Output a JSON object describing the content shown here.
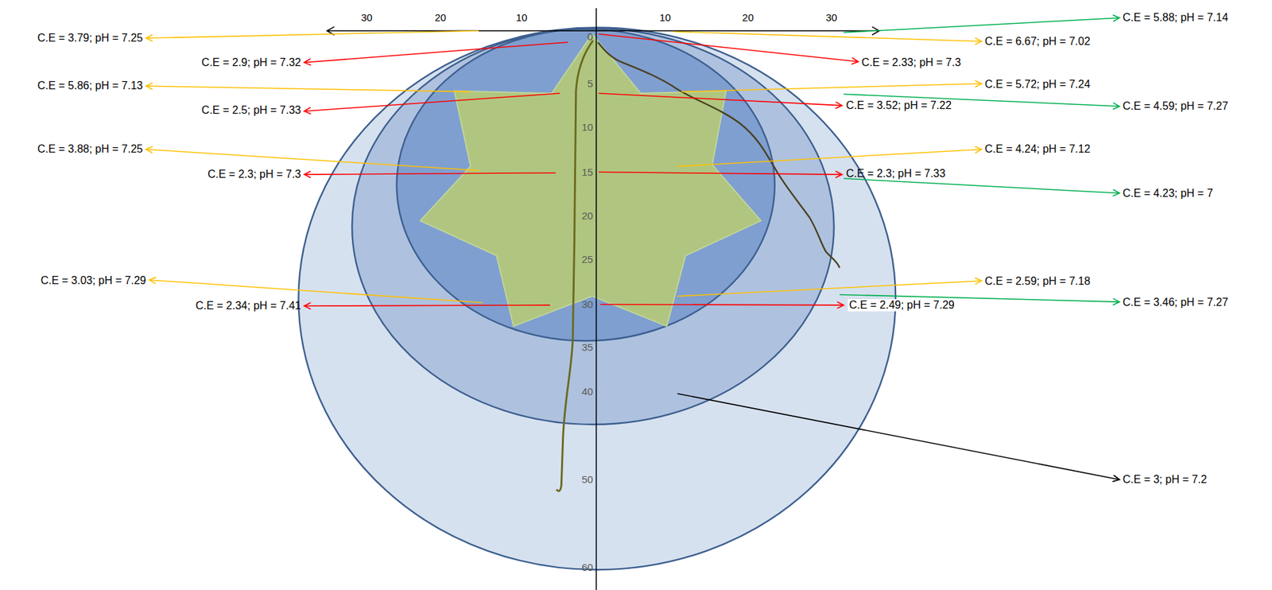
{
  "diagram": {
    "labels": [
      "30",
      "20",
      "10",
      "10",
      "20",
      "30",
      "0",
      "5",
      "10",
      "15",
      "20",
      "25",
      "30",
      "35",
      "40",
      "50",
      "60",
      "C.E = 3.79; pH = 7.25",
      "C.E = 2.9; pH = 7.32",
      "C.E = 5.86; pH = 7.13",
      "C.E = 2.5; pH = 7.33",
      "C.E = 3.88; pH = 7.25",
      "C.E = 2.3; pH = 7.3",
      "C.E = 3.03; pH = 7.29",
      "C.E = 2.34; pH = 7.41",
      "C.E = 5.88; pH = 7.14",
      "C.E = 6.67; pH = 7.02",
      "C.E = 2.33; pH = 7.3",
      "C.E = 5.72; pH = 7.24",
      "C.E = 3.52; pH = 7.22",
      "C.E = 4.59; pH = 7.27",
      "C.E = 4.24; pH = 7.12",
      "C.E = 2.3; pH = 7.33",
      "C.E = 4.23; pH = 7",
      "C.E = 2.59; pH = 7.18",
      "C.E = 2.49; pH = 7.29",
      "C.E = 3.46; pH = 7.27",
      "C.E = 3; pH = 7.2"
    ]
  }
}
